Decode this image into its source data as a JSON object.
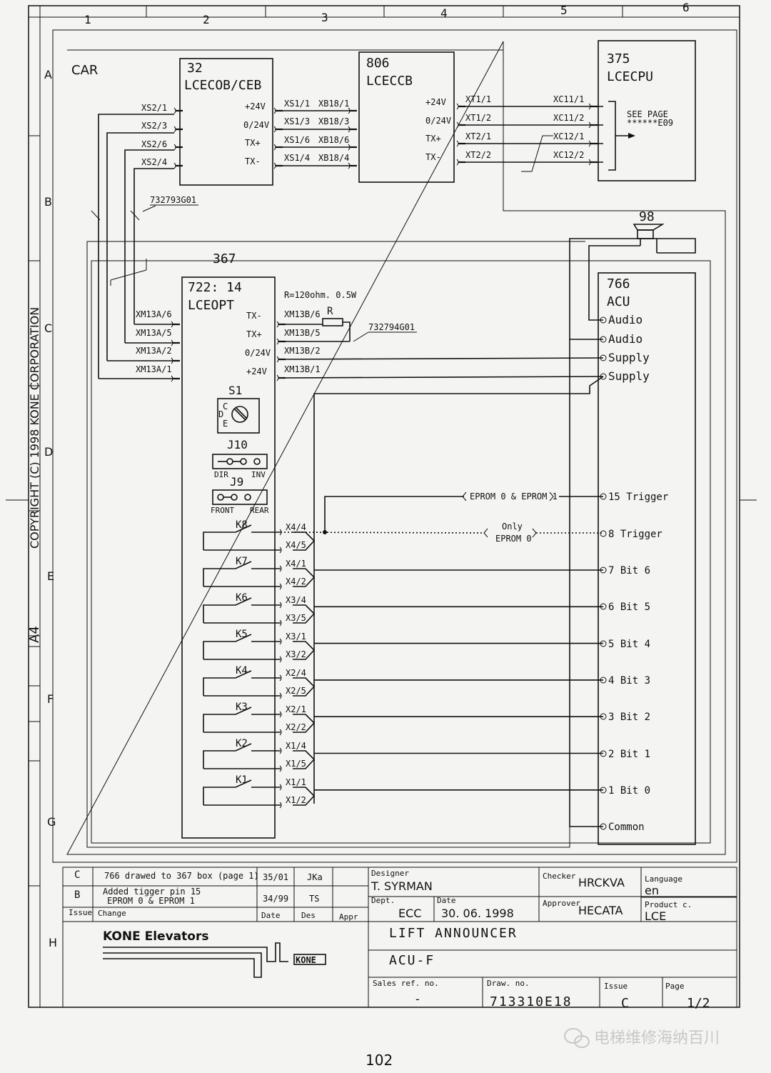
{
  "sheet": {
    "columns": [
      "1",
      "2",
      "3",
      "4",
      "5",
      "6"
    ],
    "rows": [
      "A",
      "B",
      "C",
      "D",
      "E",
      "F",
      "G",
      "H"
    ],
    "copyright": "COPYRIGHT (C) 1998 KONE CORPORATION",
    "paper_size": "A4",
    "page_number": "102",
    "watermark": "电梯维修海纳百川",
    "watermark_icon": "wechat-icon"
  },
  "car_label": "CAR",
  "modules": {
    "m32": {
      "number": "32",
      "name": "LCECOB/CEB",
      "pins_left": [
        "XS2/1",
        "XS2/3",
        "XS2/6",
        "XS2/4"
      ],
      "signals": [
        "+24V",
        "0/24V",
        "TX+",
        "TX-"
      ],
      "pins_right": [
        "XS1/1",
        "XS1/3",
        "XS1/6",
        "XS1/4"
      ]
    },
    "m806": {
      "number": "806",
      "name": "LCECCB",
      "pins_left": [
        "XB18/1",
        "XB18/3",
        "XB18/6",
        "XB18/4"
      ],
      "signals": [
        "+24V",
        "0/24V",
        "TX+",
        "TX-"
      ],
      "pins_right": [
        "XT1/1",
        "XT1/2",
        "XT2/1",
        "XT2/2"
      ]
    },
    "m375": {
      "number": "375",
      "name": "LCECPU",
      "pins": [
        "XC11/1",
        "XC11/2",
        "XC12/1",
        "XC12/2"
      ],
      "see_page_1": "SEE PAGE",
      "see_page_2": "******E09"
    },
    "m98": {
      "number": "98"
    },
    "m367": {
      "number": "367"
    },
    "m722": {
      "number": "722: 14",
      "name": "LCEOPT",
      "pins_left": [
        "XM13A/6",
        "XM13A/5",
        "XM13A/2",
        "XM13A/1"
      ],
      "signals": [
        "TX-",
        "TX+",
        "0/24V",
        "+24V"
      ],
      "pins_right": [
        "XM13B/6",
        "XM13B/5",
        "XM13B/2",
        "XM13B/1"
      ]
    },
    "m766": {
      "number": "766",
      "name": "ACU",
      "terminals": [
        "Audio",
        "Audio",
        "Supply",
        "Supply",
        "15 Trigger",
        "8  Trigger",
        "7  Bit 6",
        "6  Bit 5",
        "5  Bit 4",
        "4  Bit 3",
        "3  Bit 2",
        "2  Bit 1",
        "1  Bit 0",
        "Common"
      ]
    }
  },
  "cable_1": "732793G01",
  "cable_2": "732794G01",
  "resistor_spec": "R=120ohm. 0.5W",
  "resistor_label": "R",
  "switch_s1": {
    "label": "S1",
    "positions": [
      "C",
      "D",
      "E"
    ]
  },
  "jumper_j10": {
    "label": "J10",
    "left": "DIR",
    "right": "INV"
  },
  "jumper_j9": {
    "label": "J9",
    "left": "FRONT",
    "right": "REAR"
  },
  "note_eprom_both": "EPROM 0 & EPROM 1",
  "note_eprom0_1": "Only",
  "note_eprom0_2": "EPROM 0",
  "relays": [
    "K8",
    "K7",
    "K6",
    "K5",
    "K4",
    "K3",
    "K2",
    "K1"
  ],
  "relay_pins": [
    [
      "X4/4",
      "X4/5"
    ],
    [
      "X4/1",
      "X4/2"
    ],
    [
      "X3/4",
      "X3/5"
    ],
    [
      "X3/1",
      "X3/2"
    ],
    [
      "X2/4",
      "X2/5"
    ],
    [
      "X2/1",
      "X2/2"
    ],
    [
      "X1/4",
      "X1/5"
    ],
    [
      "X1/1",
      "X1/2"
    ]
  ],
  "revisions": [
    {
      "issue": "C",
      "change": "766 drawed to 367 box (page 1)",
      "date": "35/01",
      "des": "JKa",
      "appr": ""
    },
    {
      "issue": "B",
      "change": "Added tigger pin 15",
      "change2": "EPROM 0 & EPROM 1",
      "date": "34/99",
      "des": "TS",
      "appr": ""
    }
  ],
  "revision_headers": {
    "issue": "Issue",
    "change": "Change",
    "date": "Date",
    "des": "Des",
    "appr": "Appr"
  },
  "title_block": {
    "company": "KONE Elevators",
    "logo_text": "KONE",
    "designer_label": "Designer",
    "designer": "T. SYRMAN",
    "checker_label": "Checker",
    "checker": "HRCKVA",
    "language_label": "Language",
    "language": "en",
    "dept_label": "Dept.",
    "dept": "ECC",
    "date_label": "Date",
    "date": "30. 06. 1998",
    "approver_label": "Approver",
    "approver": "HECATA",
    "product_label": "Product c.",
    "product": "LCE",
    "title1": "LIFT  ANNOUNCER",
    "title2": "ACU-F",
    "sales_label": "Sales ref. no.",
    "sales": "-",
    "drawing_label": "Draw. no.",
    "drawing": "713310E18",
    "issue_label": "Issue",
    "issue": "C",
    "page_label": "Page",
    "page": "1/2"
  }
}
